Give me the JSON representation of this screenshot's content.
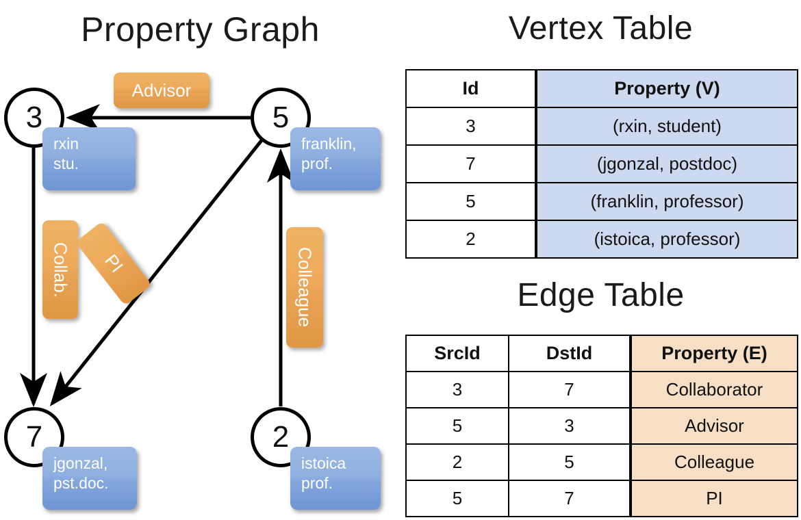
{
  "titles": {
    "property_graph": "Property Graph",
    "vertex_table": "Vertex Table",
    "edge_table": "Edge Table"
  },
  "graph": {
    "nodes": [
      {
        "id": "3",
        "label": "3",
        "property_lines": [
          "rxin",
          "stu."
        ]
      },
      {
        "id": "5",
        "label": "5",
        "property_lines": [
          "franklin,",
          "prof."
        ]
      },
      {
        "id": "7",
        "label": "7",
        "property_lines": [
          "jgonzal,",
          "pst.doc."
        ]
      },
      {
        "id": "2",
        "label": "2",
        "property_lines": [
          "istoica",
          "prof."
        ]
      }
    ],
    "edge_labels": {
      "advisor": "Advisor",
      "collab": "Collab.",
      "pi": "PI",
      "colleague": "Colleague"
    },
    "edges": [
      {
        "from": "5",
        "to": "3",
        "label": "Advisor"
      },
      {
        "from": "3",
        "to": "7",
        "label": "Collab."
      },
      {
        "from": "5",
        "to": "7",
        "label": "PI"
      },
      {
        "from": "2",
        "to": "5",
        "label": "Colleague"
      }
    ]
  },
  "vertex_table": {
    "headers": [
      "Id",
      "Property (V)"
    ],
    "rows": [
      {
        "id": "3",
        "property": "(rxin, student)"
      },
      {
        "id": "7",
        "property": "(jgonzal, postdoc)"
      },
      {
        "id": "5",
        "property": "(franklin, professor)"
      },
      {
        "id": "2",
        "property": "(istoica, professor)"
      }
    ]
  },
  "edge_table": {
    "headers": [
      "SrcId",
      "DstId",
      "Property (E)"
    ],
    "rows": [
      {
        "src": "3",
        "dst": "7",
        "property": "Collaborator"
      },
      {
        "src": "5",
        "dst": "3",
        "property": "Advisor"
      },
      {
        "src": "2",
        "dst": "5",
        "property": "Colleague"
      },
      {
        "src": "5",
        "dst": "7",
        "property": "PI"
      }
    ]
  },
  "colors": {
    "vertex_property_fill": "#ccd9ef",
    "edge_property_fill": "#f6dfc5",
    "node_callout_blue": "#8fb0e0",
    "edge_label_orange": "#eeaa5a"
  }
}
